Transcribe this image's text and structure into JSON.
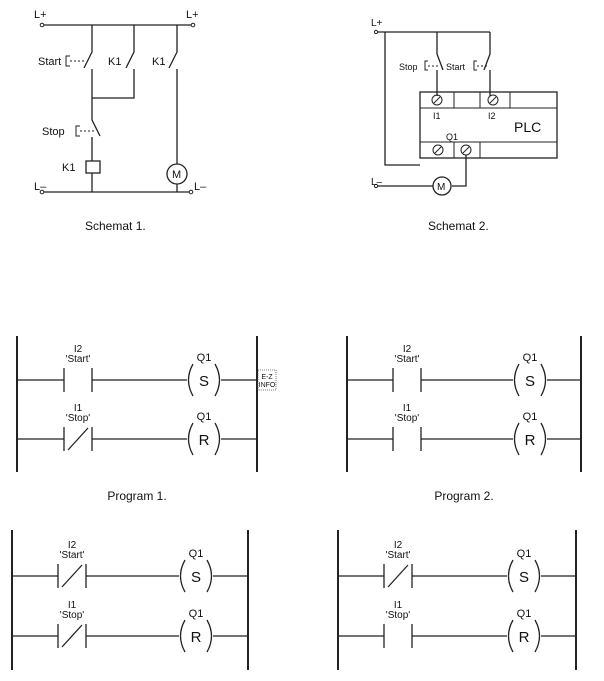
{
  "schematics": {
    "s1": {
      "caption": "Schemat 1.",
      "lplus_left": "L+",
      "lplus_right": "L+",
      "lminus_left": "L–",
      "lminus_right": "L–",
      "start": "Start",
      "stop": "Stop",
      "k1_contact_a": "K1",
      "k1_contact_b": "K1",
      "k1_coil": "K1",
      "motor": "M"
    },
    "s2": {
      "caption": "Schemat 2.",
      "lplus": "L+",
      "lminus": "L–",
      "stop": "Stop",
      "start": "Start",
      "plc": "PLC",
      "i1": "I1",
      "i2": "I2",
      "q1": "Q1",
      "motor": "M"
    }
  },
  "programs": [
    {
      "caption": "Program 1.",
      "rungs": [
        {
          "tag": "I2",
          "name": "'Start'",
          "contact": "NO",
          "coil_addr": "Q1",
          "coil_op": "S"
        },
        {
          "tag": "I1",
          "name": "'Stop'",
          "contact": "NC",
          "coil_addr": "Q1",
          "coil_op": "R"
        }
      ],
      "badge_top": "E-Z",
      "badge_bottom": "INFO"
    },
    {
      "caption": "Program 2.",
      "rungs": [
        {
          "tag": "I2",
          "name": "'Start'",
          "contact": "NO",
          "coil_addr": "Q1",
          "coil_op": "S"
        },
        {
          "tag": "I1",
          "name": "'Stop'",
          "contact": "NO",
          "coil_addr": "Q1",
          "coil_op": "R"
        }
      ]
    },
    {
      "caption": "",
      "rungs": [
        {
          "tag": "I2",
          "name": "'Start'",
          "contact": "NC",
          "coil_addr": "Q1",
          "coil_op": "S"
        },
        {
          "tag": "I1",
          "name": "'Stop'",
          "contact": "NC",
          "coil_addr": "Q1",
          "coil_op": "R"
        }
      ]
    },
    {
      "caption": "",
      "rungs": [
        {
          "tag": "I2",
          "name": "'Start'",
          "contact": "NC",
          "coil_addr": "Q1",
          "coil_op": "S"
        },
        {
          "tag": "I1",
          "name": "'Stop'",
          "contact": "NO",
          "coil_addr": "Q1",
          "coil_op": "R"
        }
      ]
    }
  ]
}
